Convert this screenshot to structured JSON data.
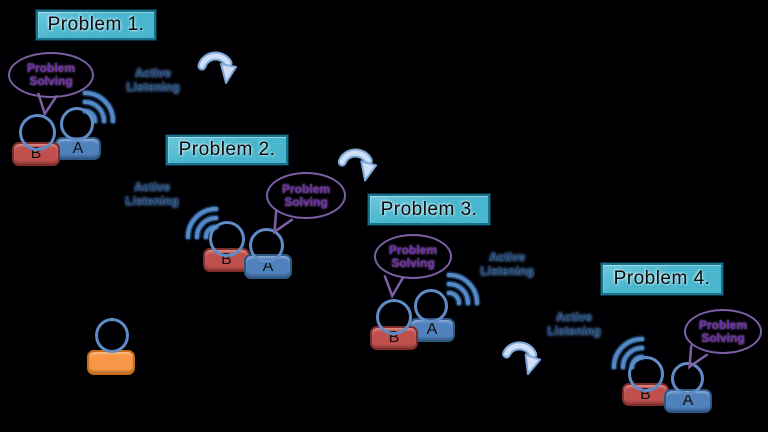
{
  "problems": [
    {
      "title": "Problem 1."
    },
    {
      "title": "Problem 2."
    },
    {
      "title": "Problem 3."
    },
    {
      "title": "Problem 4."
    }
  ],
  "speech_bubble": {
    "line1": "Problem",
    "line2": "Solving"
  },
  "active_listening": {
    "line1": "Active",
    "line2": "Listening"
  },
  "person_labels": {
    "a": "A",
    "b": "B"
  },
  "colors": {
    "bg": "#000002",
    "box_fill": "#49b6ce",
    "box_fill_light": "#6cc8db",
    "box_border": "#19718c",
    "box_text": "#0b0b0b",
    "bubble_border": "#7d5fa6",
    "bubble_text": "#6c2ea4",
    "listening_text": "#1b3f6e",
    "listening_glow": "#6d9bd1",
    "head_stroke": "#5f8cc7",
    "body_a_fill": "#4f81bd",
    "body_a_border": "#2c5884",
    "body_b_fill": "#c0504d",
    "body_b_border": "#7e2d2b",
    "body_solo_fill": "#f79646",
    "body_solo_border": "#c96d15",
    "wave_main": "#5489c4",
    "wave_dark": "#16365c",
    "arrow_fill": "#cfe0f6",
    "arrow_outline": "#7fa8da"
  }
}
